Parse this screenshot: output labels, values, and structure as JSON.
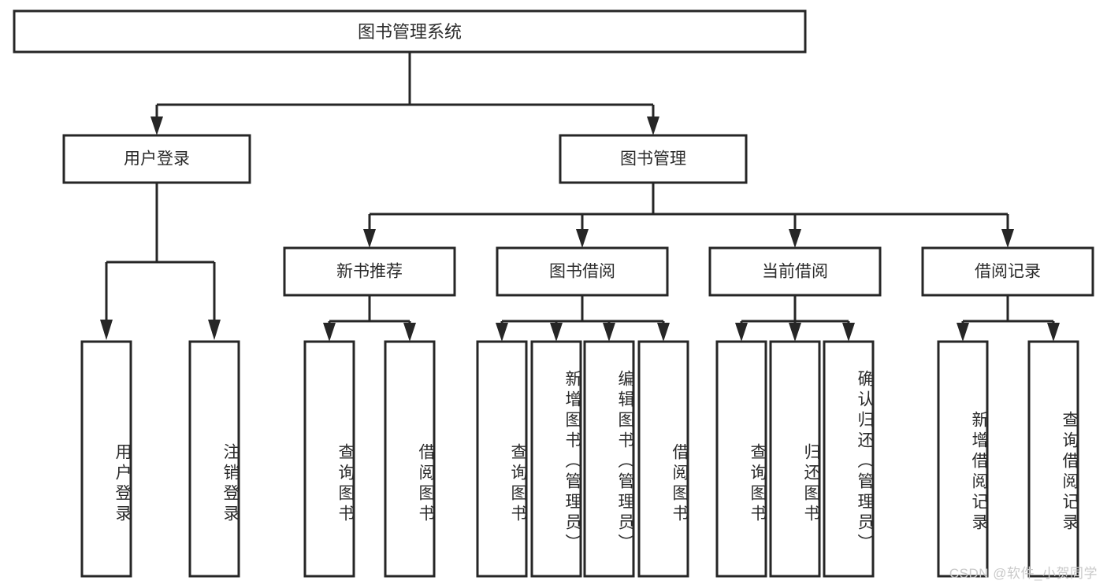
{
  "diagram": {
    "type": "hierarchy-tree",
    "title": "图书管理系统",
    "watermark": "CSDN @软件_小贺同学",
    "colors": {
      "box_fill": "#ffffff",
      "box_stroke": "#262626",
      "text": "#2b2b2b",
      "background": "#ffffff",
      "watermark": "#c9c9c9"
    },
    "root": {
      "label": "图书管理系统"
    },
    "level2": [
      {
        "label": "用户登录"
      },
      {
        "label": "图书管理"
      }
    ],
    "level3": [
      {
        "label": "新书推荐"
      },
      {
        "label": "图书借阅"
      },
      {
        "label": "当前借阅"
      },
      {
        "label": "借阅记录"
      }
    ],
    "leaves": {
      "user_login": [
        {
          "label": "用户登录"
        },
        {
          "label": "注销登录"
        }
      ],
      "new_book_recommend": [
        {
          "label": "查询图书"
        },
        {
          "label": "借阅图书"
        }
      ],
      "book_borrow": [
        {
          "label": "查询图书"
        },
        {
          "label": "新增图书（管理员）"
        },
        {
          "label": "编辑图书（管理员）"
        },
        {
          "label": "借阅图书"
        }
      ],
      "current_borrow": [
        {
          "label": "查询图书"
        },
        {
          "label": "归还图书"
        },
        {
          "label": "确认归还（管理员）"
        }
      ],
      "borrow_record": [
        {
          "label": "新增借阅记录"
        },
        {
          "label": "查询借阅记录"
        }
      ]
    }
  }
}
